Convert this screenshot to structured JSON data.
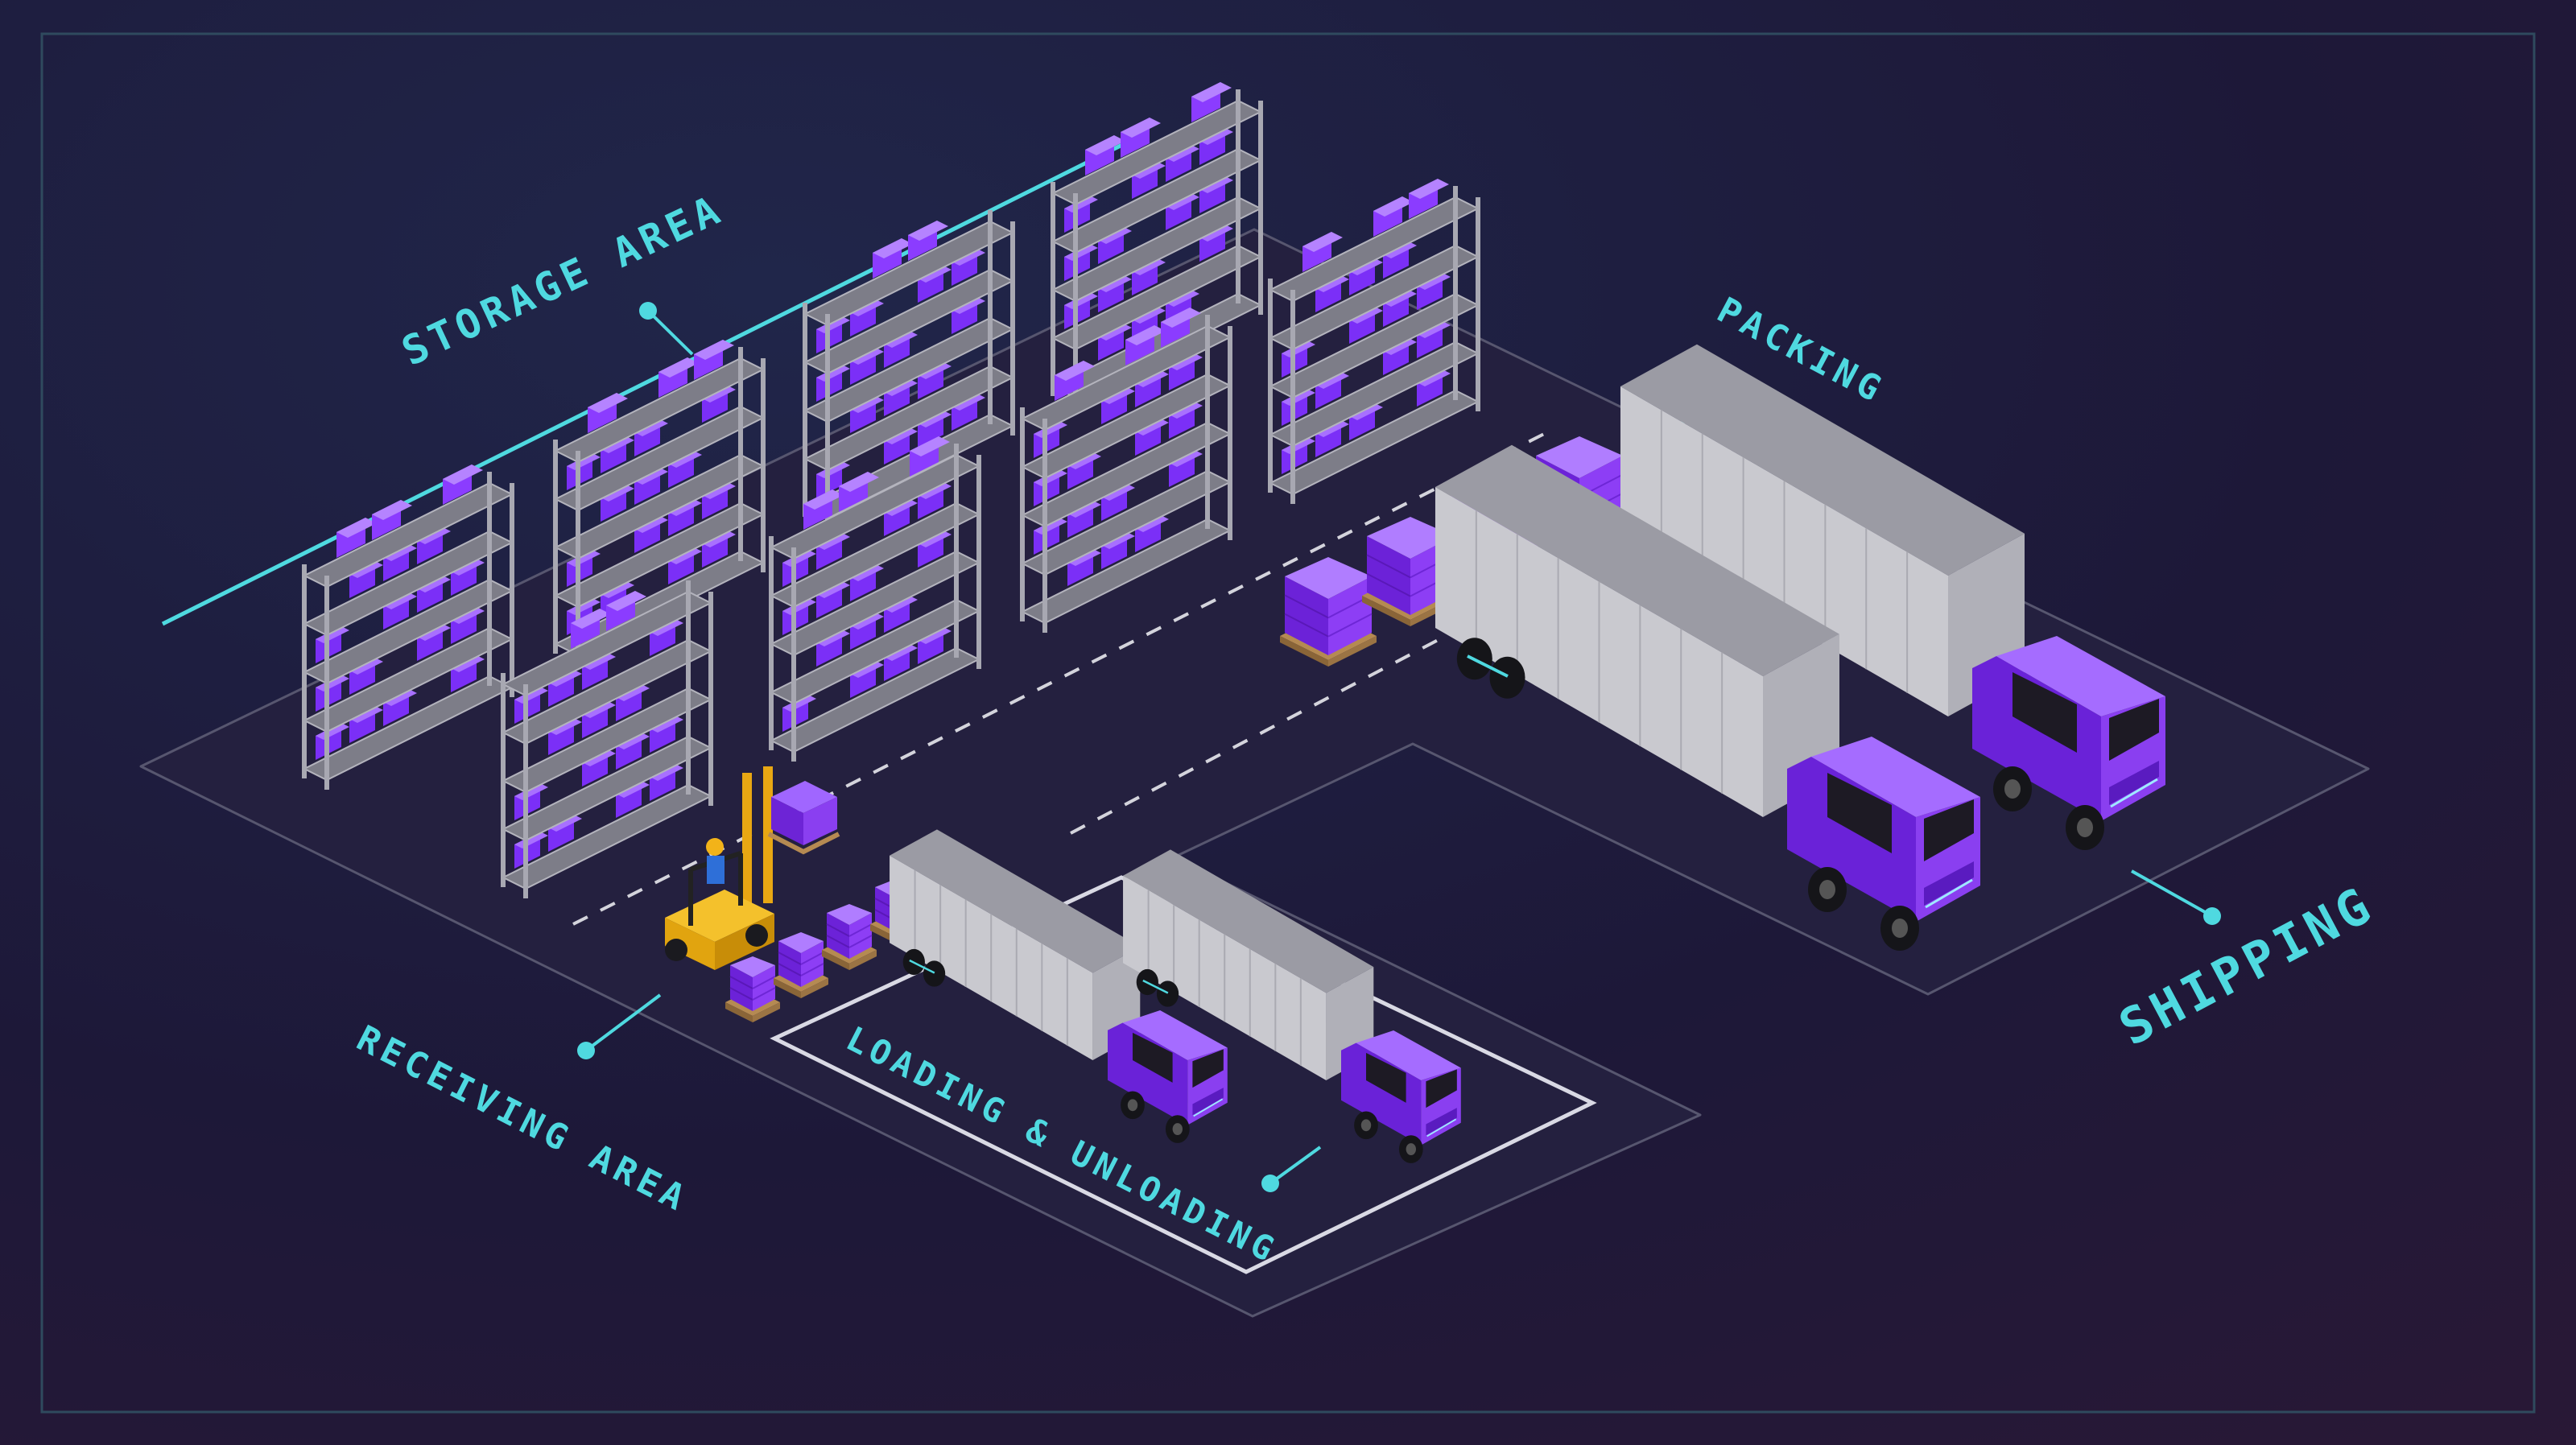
{
  "labels": {
    "storage": "STORAGE AREA",
    "packing": "PACKING",
    "receiving": "RECEIVING AREA",
    "loading": "LOADING & UNLOADING",
    "shipping": "SHIPPING"
  },
  "colors": {
    "background": "#1b1733",
    "accent": "#4fd9e0",
    "box": "#7b2ff7",
    "truck_cab": "#6a22d8",
    "trailer": "#c9c9cf",
    "shelf": "#9a9aa3",
    "forklift": "#f2b319",
    "pallet": "#b58a52"
  },
  "icons": {
    "shelf": "storage-shelf-icon",
    "pallet": "pallet-of-boxes-icon",
    "truck": "semi-truck-icon",
    "forklift": "forklift-icon"
  }
}
